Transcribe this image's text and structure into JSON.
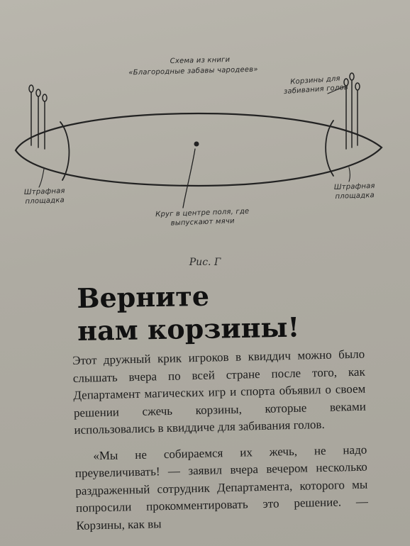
{
  "figure": {
    "source_caption_line1": "Схема из книги",
    "source_caption_line2": "«Благородные забавы чародеев»",
    "hoops_caption": "Корзины для забивания голов",
    "scoring_area_left": "Штрафная площадка",
    "scoring_area_right": "Штрафная площадка",
    "center_circle_caption": "Круг в центре поля, где выпускают мячи",
    "label": "Рис. Г"
  },
  "article": {
    "headline_line1": "Верните",
    "headline_line2": "нам корзины!",
    "paragraph1": "Этот дружный крик игроков в квиддич можно было слышать вчера по всей стране после того, как Департамент магических игр и спорта объявил о своем решении сжечь корзины, которые веками использовались в квиддиче для забивания голов.",
    "paragraph2": "«Мы не собираемся их жечь, не надо преувеличивать! — заявил вчера вечером несколько раздраженный сотрудник Департамента, которого мы попросили прокомментировать это решение. — Корзины, как вы"
  },
  "colors": {
    "paper": "#b3b0a7",
    "ink": "#1c1c1c"
  }
}
